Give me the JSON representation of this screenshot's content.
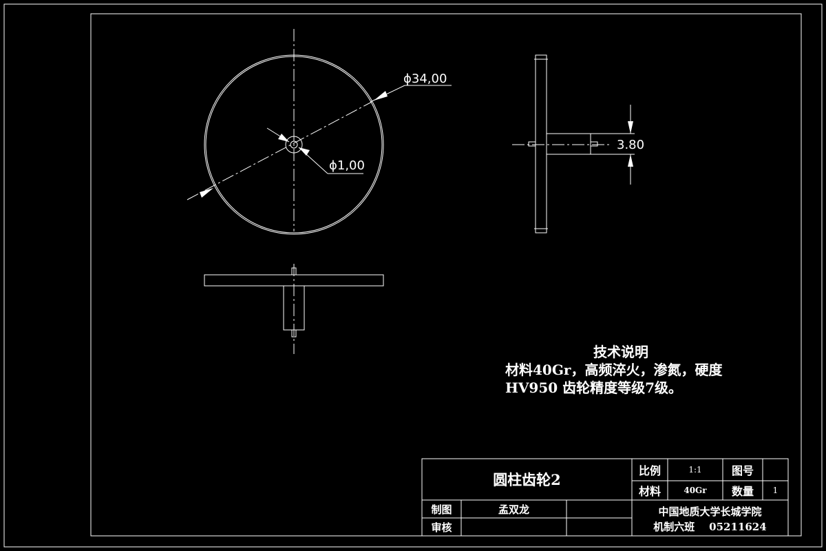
{
  "dimensions": {
    "outer_diameter": "ϕ34,00",
    "inner_diameter": "ϕ1,00",
    "hub_length": "3.80"
  },
  "notes": {
    "title": "技术说明",
    "line1": "材料40Gr，高频淬火，渗氮，硬度",
    "line2": "HV950    齿轮精度等级7级。"
  },
  "title_block": {
    "part_name": "圆柱齿轮2",
    "scale_label": "比例",
    "scale_value": "1:1",
    "drawing_no_label": "图号",
    "drawing_no_value": "",
    "material_label": "材料",
    "material_value": "40Gr",
    "quantity_label": "数量",
    "quantity_value": "1",
    "drawn_label": "制图",
    "drawn_by": "孟双龙",
    "checked_label": "审核",
    "checked_by": "",
    "school": "中国地质大学长城学院",
    "class_id": "机制六班    05211624"
  }
}
